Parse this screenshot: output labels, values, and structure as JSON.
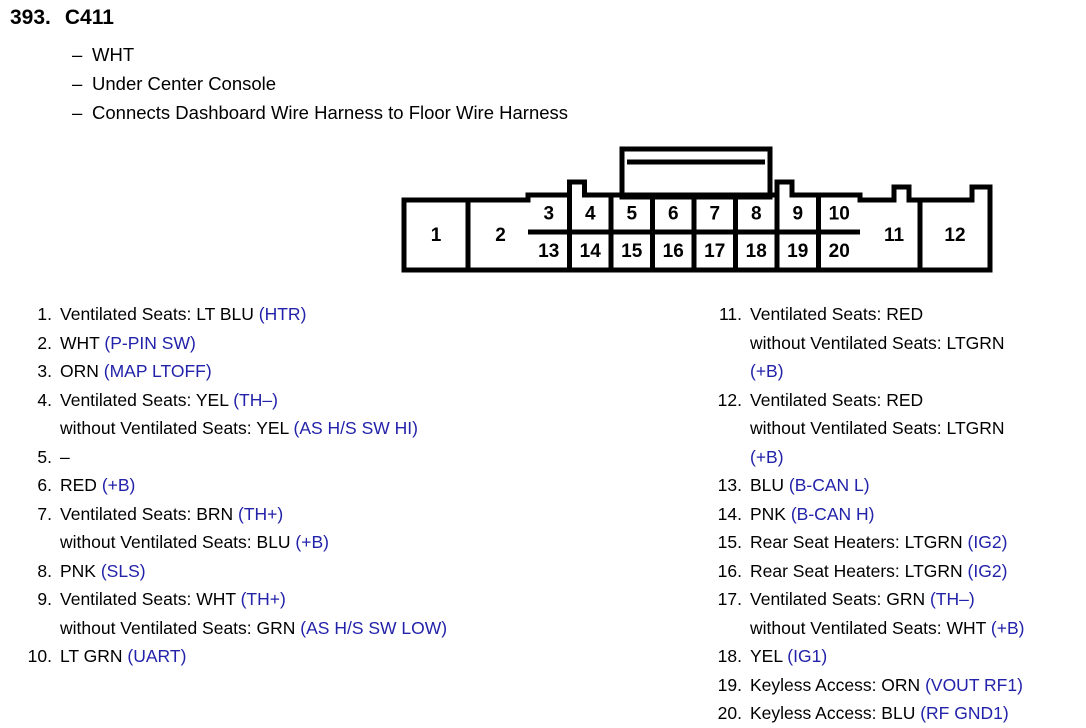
{
  "header": {
    "number": "393.",
    "code": "C411",
    "bullets": [
      "WHT",
      "Under Center Console",
      "Connects Dashboard Wire Harness to Floor Wire Harness"
    ],
    "dash": "–"
  },
  "connector": {
    "name": "c411-connector-pinout",
    "left_cells": [
      "1",
      "2"
    ],
    "right_cells": [
      "11",
      "12"
    ],
    "top_row": [
      "3",
      "4",
      "5",
      "6",
      "7",
      "8",
      "9",
      "10"
    ],
    "bottom_row": [
      "13",
      "14",
      "15",
      "16",
      "17",
      "18",
      "19",
      "20"
    ],
    "stroke_color": "#000000",
    "fill_color": "#ffffff"
  },
  "pins": {
    "left": [
      {
        "idx": "1.",
        "lines": [
          [
            {
              "t": "Ventilated Seats: LT BLU ",
              "c": "black"
            },
            {
              "t": "(HTR)",
              "c": "blue"
            }
          ]
        ]
      },
      {
        "idx": "2.",
        "lines": [
          [
            {
              "t": "WHT ",
              "c": "black"
            },
            {
              "t": "(P-PIN SW)",
              "c": "blue"
            }
          ]
        ]
      },
      {
        "idx": "3.",
        "lines": [
          [
            {
              "t": "ORN ",
              "c": "black"
            },
            {
              "t": "(MAP LTOFF)",
              "c": "blue"
            }
          ]
        ]
      },
      {
        "idx": "4.",
        "lines": [
          [
            {
              "t": "Ventilated Seats: YEL ",
              "c": "black"
            },
            {
              "t": "(TH–)",
              "c": "blue"
            }
          ],
          [
            {
              "t": "without Ventilated Seats: YEL ",
              "c": "black"
            },
            {
              "t": "(AS H/S SW HI)",
              "c": "blue"
            }
          ]
        ]
      },
      {
        "idx": "5.",
        "lines": [
          [
            {
              "t": "–",
              "c": "black"
            }
          ]
        ]
      },
      {
        "idx": "6.",
        "lines": [
          [
            {
              "t": "RED ",
              "c": "black"
            },
            {
              "t": "(+B)",
              "c": "blue"
            }
          ]
        ]
      },
      {
        "idx": "7.",
        "lines": [
          [
            {
              "t": "Ventilated Seats: BRN ",
              "c": "black"
            },
            {
              "t": "(TH+)",
              "c": "blue"
            }
          ],
          [
            {
              "t": "without Ventilated Seats: BLU ",
              "c": "black"
            },
            {
              "t": "(+B)",
              "c": "blue"
            }
          ]
        ]
      },
      {
        "idx": "8.",
        "lines": [
          [
            {
              "t": "PNK ",
              "c": "black"
            },
            {
              "t": "(SLS)",
              "c": "blue"
            }
          ]
        ]
      },
      {
        "idx": "9.",
        "lines": [
          [
            {
              "t": "Ventilated Seats: WHT ",
              "c": "black"
            },
            {
              "t": "(TH+)",
              "c": "blue"
            }
          ],
          [
            {
              "t": "without Ventilated Seats: GRN ",
              "c": "black"
            },
            {
              "t": "(AS H/S SW LOW)",
              "c": "blue"
            }
          ]
        ]
      },
      {
        "idx": "10.",
        "lines": [
          [
            {
              "t": "LT GRN ",
              "c": "black"
            },
            {
              "t": "(UART)",
              "c": "blue"
            }
          ]
        ]
      }
    ],
    "right": [
      {
        "idx": "11.",
        "lines": [
          [
            {
              "t": "Ventilated Seats: RED",
              "c": "black"
            }
          ],
          [
            {
              "t": "without Ventilated Seats: LTGRN",
              "c": "black"
            }
          ],
          [
            {
              "t": "(+B)",
              "c": "blue"
            }
          ]
        ]
      },
      {
        "idx": "12.",
        "lines": [
          [
            {
              "t": "Ventilated Seats: RED",
              "c": "black"
            }
          ],
          [
            {
              "t": "without Ventilated Seats: LTGRN",
              "c": "black"
            }
          ],
          [
            {
              "t": "(+B)",
              "c": "blue"
            }
          ]
        ]
      },
      {
        "idx": "13.",
        "lines": [
          [
            {
              "t": "BLU ",
              "c": "black"
            },
            {
              "t": "(B-CAN L)",
              "c": "blue"
            }
          ]
        ]
      },
      {
        "idx": "14.",
        "lines": [
          [
            {
              "t": "PNK ",
              "c": "black"
            },
            {
              "t": "(B-CAN H)",
              "c": "blue"
            }
          ]
        ]
      },
      {
        "idx": "15.",
        "lines": [
          [
            {
              "t": "Rear Seat Heaters: LTGRN  ",
              "c": "black"
            },
            {
              "t": "(IG2)",
              "c": "blue"
            }
          ]
        ]
      },
      {
        "idx": "16.",
        "lines": [
          [
            {
              "t": "Rear Seat Heaters: LTGRN  ",
              "c": "black"
            },
            {
              "t": "(IG2)",
              "c": "blue"
            }
          ]
        ]
      },
      {
        "idx": "17.",
        "lines": [
          [
            {
              "t": "Ventilated Seats: GRN ",
              "c": "black"
            },
            {
              "t": "(TH–)",
              "c": "blue"
            }
          ],
          [
            {
              "t": "without Ventilated Seats: WHT ",
              "c": "black"
            },
            {
              "t": "(+B)",
              "c": "blue"
            }
          ]
        ]
      },
      {
        "idx": "18.",
        "lines": [
          [
            {
              "t": "YEL ",
              "c": "black"
            },
            {
              "t": "(IG1)",
              "c": "blue"
            }
          ]
        ]
      },
      {
        "idx": "19.",
        "lines": [
          [
            {
              "t": "Keyless Access: ORN ",
              "c": "black"
            },
            {
              "t": "(VOUT RF1)",
              "c": "blue"
            }
          ]
        ]
      },
      {
        "idx": "20.",
        "lines": [
          [
            {
              "t": "Keyless Access: BLU ",
              "c": "black"
            },
            {
              "t": "(RF GND1)",
              "c": "blue"
            }
          ]
        ]
      }
    ]
  },
  "colors": {
    "signal_blue": "#2222AA",
    "text_black": "#000000",
    "page_background": "#ffffff"
  }
}
